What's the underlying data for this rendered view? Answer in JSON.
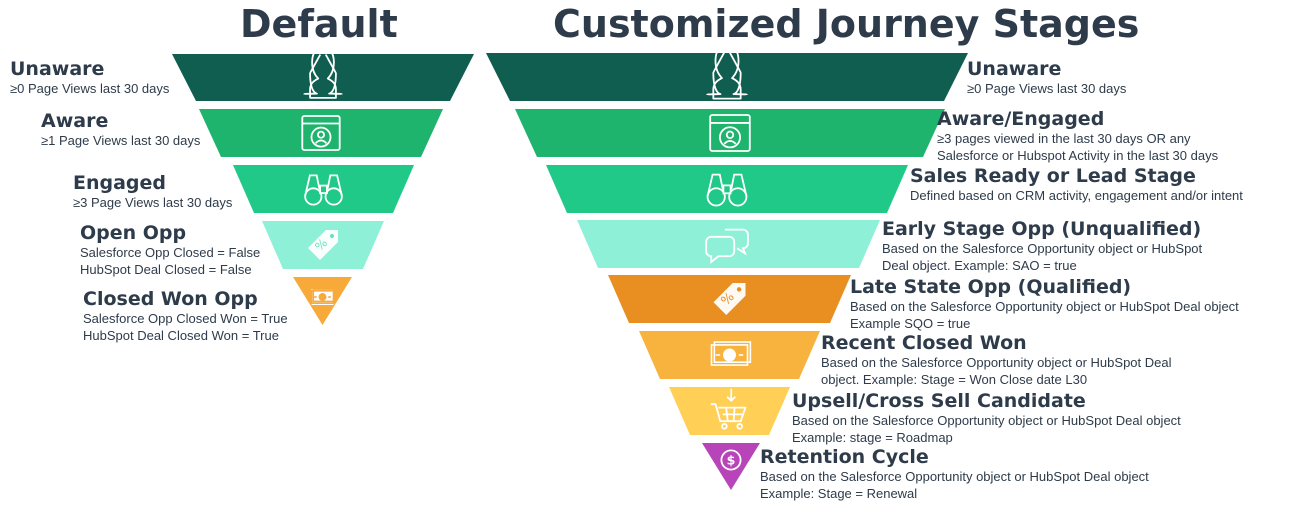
{
  "default": {
    "title": "Default",
    "stages": [
      {
        "name": "Unaware",
        "desc": [
          "≥0 Page Views last 30 days"
        ],
        "color": "#0f5e4f",
        "icon": "users-icon"
      },
      {
        "name": "Aware",
        "desc": [
          "≥1 Page Views last 30 days"
        ],
        "color": "#1eb46e",
        "icon": "browser-user-icon"
      },
      {
        "name": "Engaged",
        "desc": [
          "≥3 Page Views last 30 days"
        ],
        "color": "#20c987",
        "icon": "binoculars-icon"
      },
      {
        "name": "Open Opp",
        "desc": [
          "Salesforce Opp Closed = False",
          "HubSpot Deal Closed = False"
        ],
        "color": "#8ff0d8",
        "icon": "price-tag-icon"
      },
      {
        "name": "Closed Won Opp",
        "desc": [
          "Salesforce Opp Closed Won = True",
          "HubSpot Deal Closed Won = True"
        ],
        "color": "#f7a93a",
        "icon": "money-icon"
      }
    ]
  },
  "custom": {
    "title": "Customized Journey Stages",
    "stages": [
      {
        "name": "Unaware",
        "desc": [
          "≥0 Page Views last 30 days"
        ],
        "color": "#0f5e4f",
        "icon": "users-icon"
      },
      {
        "name": "Aware/Engaged",
        "desc": [
          "≥3 pages viewed in the last 30 days OR any",
          "Salesforce or Hubspot Activity in the last 30 days"
        ],
        "color": "#1eb46e",
        "icon": "browser-user-icon"
      },
      {
        "name": "Sales Ready or Lead Stage",
        "desc": [
          "Defined based on CRM activity, engagement and/or intent"
        ],
        "color": "#20c987",
        "icon": "binoculars-icon"
      },
      {
        "name": "Early Stage Opp (Unqualified)",
        "desc": [
          "Based on the Salesforce Opportunity object or HubSpot",
          "Deal object. Example: SAO = true"
        ],
        "color": "#8ff0d8",
        "icon": "chat-bubbles-icon"
      },
      {
        "name": "Late State Opp (Qualified)",
        "desc": [
          "Based on the Salesforce Opportunity object or HubSpot Deal object",
          "Example SQO = true"
        ],
        "color": "#e98f22",
        "icon": "price-tag-icon"
      },
      {
        "name": "Recent Closed Won",
        "desc": [
          "Based on the Salesforce Opportunity object or HubSpot Deal",
          "object. Example: Stage = Won Close date L30"
        ],
        "color": "#f8b33e",
        "icon": "money-icon"
      },
      {
        "name": "Upsell/Cross Sell Candidate",
        "desc": [
          "Based on the Salesforce Opportunity object or HubSpot Deal object",
          "Example: stage = Roadmap"
        ],
        "color": "#ffcf56",
        "icon": "cart-icon"
      },
      {
        "name": "Retention Cycle",
        "desc": [
          "Based on the Salesforce Opportunity object or HubSpot Deal object",
          "Example: Stage = Renewal"
        ],
        "color": "#b744b8",
        "icon": "dollar-cycle-icon"
      }
    ]
  }
}
